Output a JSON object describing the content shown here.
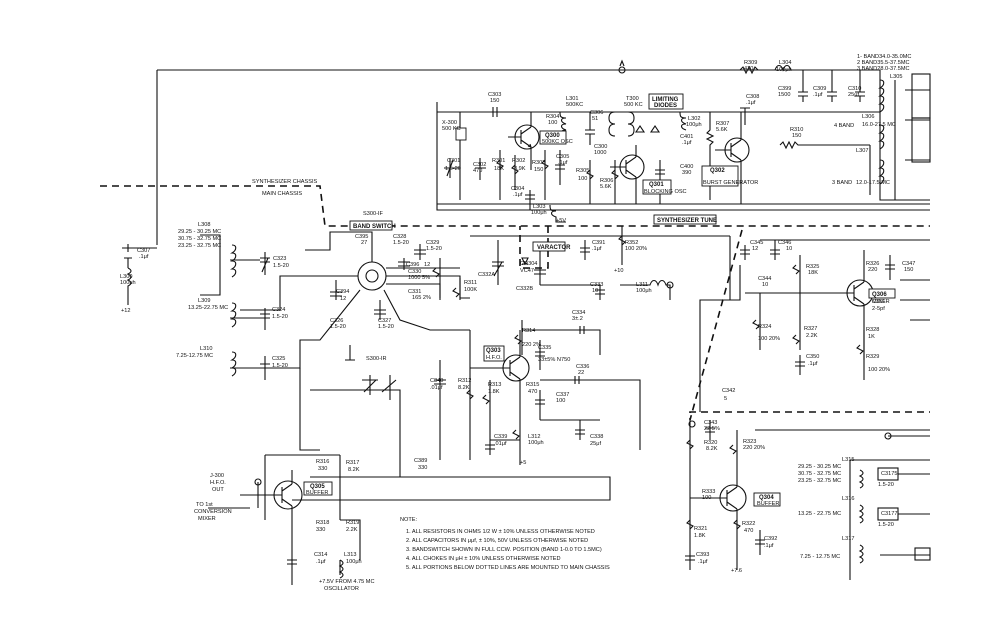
{
  "labels": {
    "synth_chassis": "SYNTHESIZER CHASSIS",
    "main_chassis": "MAIN CHASSIS",
    "s300if": "S300-IF",
    "band_switch": "BAND SWITCH",
    "s300ir": "S300-IR",
    "varactor": "VARACTOR",
    "synth_tune": "SYNTHESIZER TUNE",
    "limiting": "LIMITING",
    "diodes": "DIODES",
    "plus12": "+12",
    "plus10": "+10",
    "plus5v": "+5V",
    "plus5": "+5",
    "plus76": "+7.6",
    "to_conv": "TO 1st",
    "to_conv2": "CONVERSION",
    "to_conv3": "MIXER",
    "j300": "J-300",
    "hfo_out": "H.F.O.",
    "out": "OUT",
    "v75": "+7.5V FROM 4.75 MC",
    "osc": "OSCILLATOR",
    "band1": "1- BAND34.0-35.0MC",
    "band2": "2 BAND35.5-37.5MC",
    "band3": "3 BAND28.0-37.5MC",
    "band4": "4 BAND",
    "band3b": "3 BAND"
  },
  "transistors": [
    {
      "ref": "Q300",
      "desc": "500KC OSC"
    },
    {
      "ref": "Q301",
      "desc": "BLOCKING OSC"
    },
    {
      "ref": "Q302",
      "desc": "BURST GENERATOR"
    },
    {
      "ref": "Q303",
      "desc": "H.F.O."
    },
    {
      "ref": "Q304",
      "desc": "BUFFER"
    },
    {
      "ref": "Q305",
      "desc": "BUFFER"
    },
    {
      "ref": "Q306",
      "desc": "MIXER"
    }
  ],
  "components": [
    {
      "ref": "R309",
      "val": "470"
    },
    {
      "ref": "L304",
      "val": "100μh"
    },
    {
      "ref": "C399",
      "val": "1500"
    },
    {
      "ref": "C309",
      "val": ".1μf"
    },
    {
      "ref": "C310",
      "val": "25μf"
    },
    {
      "ref": "L305",
      "val": ""
    },
    {
      "ref": "C303",
      "val": "150"
    },
    {
      "ref": "L301",
      "val": "500KC"
    },
    {
      "ref": "C306",
      "val": "51"
    },
    {
      "ref": "T300",
      "val": "500 KC"
    },
    {
      "ref": "C308",
      "val": ".1μf"
    },
    {
      "ref": "X-300",
      "val": "500 KC"
    },
    {
      "ref": "R304",
      "val": "100"
    },
    {
      "ref": "L302",
      "val": "100μh"
    },
    {
      "ref": "C401",
      "val": ".1μf"
    },
    {
      "ref": "R307",
      "val": "5.6K"
    },
    {
      "ref": "R310",
      "val": "150"
    },
    {
      "ref": "L306",
      "val": "16.0-27.5 MC"
    },
    {
      "ref": "C301",
      "val": "1.5-20"
    },
    {
      "ref": "C302",
      "val": "470"
    },
    {
      "ref": "R301",
      "val": "18K"
    },
    {
      "ref": "R302",
      "val": "3.9K"
    },
    {
      "ref": "R303",
      "val": "150"
    },
    {
      "ref": "C305",
      "val": ".1μf"
    },
    {
      "ref": "C300",
      "val": "1000"
    },
    {
      "ref": "R305",
      "val": "100"
    },
    {
      "ref": "R306",
      "val": "5.6K"
    },
    {
      "ref": "C400",
      "val": "390"
    },
    {
      "ref": "L307",
      "val": "12.0-17.5 MC"
    },
    {
      "ref": "C304",
      "val": ".1μf"
    },
    {
      "ref": "L303",
      "val": "100μh"
    },
    {
      "ref": "L308",
      "val": ""
    },
    {
      "ref": "C395",
      "val": "27"
    },
    {
      "ref": "C328",
      "val": "1.5-20"
    },
    {
      "ref": "C329",
      "val": "1.5-20"
    },
    {
      "ref": "C396",
      "val": "12"
    },
    {
      "ref": "C330",
      "val": "1000 5%"
    },
    {
      "ref": "C331",
      "val": "165 2%"
    },
    {
      "ref": "C323",
      "val": "1.5-20"
    },
    {
      "ref": "C307",
      "val": ".1μf"
    },
    {
      "ref": "L300",
      "val": "100μh"
    },
    {
      "ref": "C394",
      "val": "12"
    },
    {
      "ref": "R311",
      "val": "100K"
    },
    {
      "ref": "C332A",
      "val": ""
    },
    {
      "ref": "C332B",
      "val": ""
    },
    {
      "ref": "CR304",
      "val": "VC47"
    },
    {
      "ref": "C391",
      "val": ".1μf"
    },
    {
      "ref": "R352",
      "val": "100 20%"
    },
    {
      "ref": "C333",
      "val": "10"
    },
    {
      "ref": "L311",
      "val": "100μh"
    },
    {
      "ref": "C345",
      "val": "12"
    },
    {
      "ref": "C346",
      "val": "10"
    },
    {
      "ref": "R325",
      "val": "18K"
    },
    {
      "ref": "C344",
      "val": "10"
    },
    {
      "ref": "R326",
      "val": "220"
    },
    {
      "ref": "C347",
      "val": "150"
    },
    {
      "ref": "C351",
      "val": "2-5pf"
    },
    {
      "ref": "L309",
      "val": "13.25-22.75 MC"
    },
    {
      "ref": "C324",
      "val": "1.5-20"
    },
    {
      "ref": "C326",
      "val": "1.5-20"
    },
    {
      "ref": "C327",
      "val": "1.5-20"
    },
    {
      "ref": "C334",
      "val": "3±.2"
    },
    {
      "ref": "R314",
      "val": "220 2%"
    },
    {
      "ref": "R324",
      "val": "100 20%"
    },
    {
      "ref": "R327",
      "val": "2.2K"
    },
    {
      "ref": "R328",
      "val": "1K"
    },
    {
      "ref": "L310",
      "val": "7.25-12.75 MC"
    },
    {
      "ref": "C325",
      "val": "1.5-20"
    },
    {
      "ref": "C335",
      "val": "33±5% N750"
    },
    {
      "ref": "C350",
      "val": ".1μf"
    },
    {
      "ref": "R329",
      "val": "100 20%"
    },
    {
      "ref": "C336",
      "val": "22"
    },
    {
      "ref": "C340",
      "val": ".01μf"
    },
    {
      "ref": "R312",
      "val": "8.2K"
    },
    {
      "ref": "R313",
      "val": "1.8K"
    },
    {
      "ref": "R315",
      "val": "470"
    },
    {
      "ref": "C337",
      "val": "100"
    },
    {
      "ref": "C342",
      "val": "5"
    },
    {
      "ref": "C343",
      "val": "22 5%"
    },
    {
      "ref": "R320",
      "val": "8.2K"
    },
    {
      "ref": "R323",
      "val": "220 20%"
    },
    {
      "ref": "C339",
      "val": ".01μf"
    },
    {
      "ref": "L312",
      "val": "100μh"
    },
    {
      "ref": "C338",
      "val": "25μf"
    },
    {
      "ref": "R316",
      "val": "330"
    },
    {
      "ref": "R317",
      "val": "8.2K"
    },
    {
      "ref": "C389",
      "val": "330"
    },
    {
      "ref": "R333",
      "val": "100"
    },
    {
      "ref": "R318",
      "val": "330"
    },
    {
      "ref": "R319",
      "val": "2.2K"
    },
    {
      "ref": "R321",
      "val": "1.8K"
    },
    {
      "ref": "R322",
      "val": "470"
    },
    {
      "ref": "C392",
      "val": ".1μf"
    },
    {
      "ref": "C314",
      "val": ".1μf"
    },
    {
      "ref": "L313",
      "val": "100μh"
    },
    {
      "ref": "C393",
      "val": ".1μf"
    },
    {
      "ref": "L315",
      "val": ""
    },
    {
      "ref": "C3175",
      "val": "1.5-20"
    },
    {
      "ref": "L316",
      "val": ""
    },
    {
      "ref": "C3177",
      "val": "1.5-20"
    },
    {
      "ref": "L317",
      "val": ""
    }
  ],
  "band_ranges": {
    "l308": [
      "29.25 - 30.25 MC",
      "30.75 - 32.75 MC",
      "23.25 - 32.75 MC"
    ],
    "l315": [
      "29.25 - 30.25 MC",
      "30.75 - 32.75 MC",
      "23.25 - 32.75 MC"
    ],
    "l316": "13.25 - 22.75 MC",
    "l317": "7.25 - 12.75 MC",
    "l306": "4 BAND",
    "l307": "3 BAND"
  },
  "notes": {
    "title": "NOTE:",
    "items": [
      "1. ALL RESISTORS IN OHMS 1/2 W ± 10% UNLESS OTHERWISE NOTED",
      "2. ALL CAPACITORS IN μμf, ± 10%, 50V UNLESS OTHERWISE NOTED",
      "3. BANDSWITCH SHOWN IN FULL CCW. POSITION (BAND 1-0.0 TO 1.5MC)",
      "4. ALL CHOKES IN μH ± 10% UNLESS OTHERWISE NOTED",
      "5. ALL PORTIONS BELOW DOTTED LINES ARE MOUNTED TO MAIN CHASSIS"
    ]
  }
}
